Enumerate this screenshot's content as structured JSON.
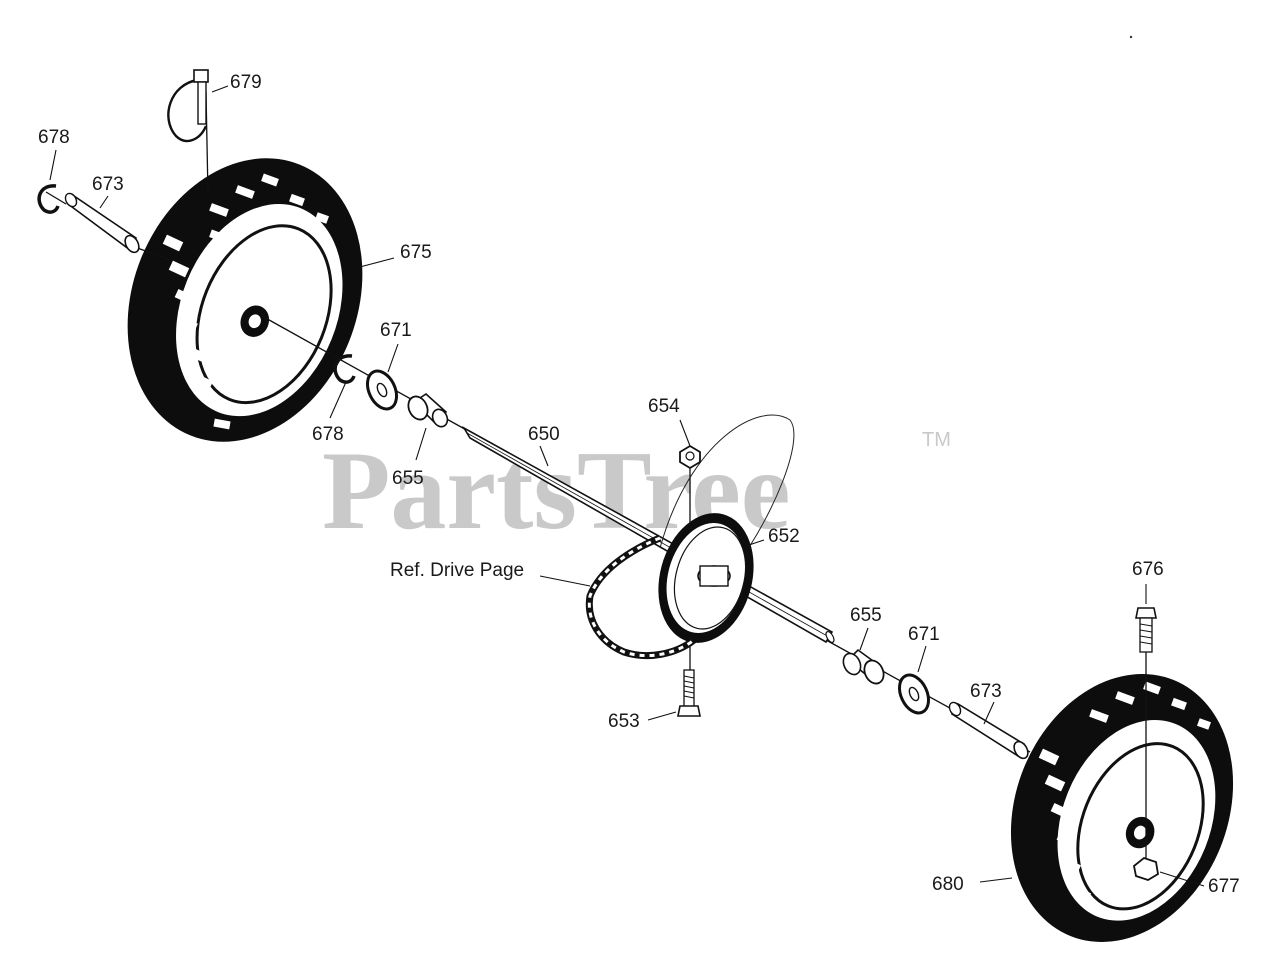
{
  "watermark": {
    "text": "PartsTree",
    "trademark": "TM"
  },
  "labels": {
    "p650": "650",
    "p652": "652",
    "p653": "653",
    "p654": "654",
    "p655_left": "655",
    "p655_right": "655",
    "p671_left": "671",
    "p671_right": "671",
    "p673_left": "673",
    "p673_right": "673",
    "p675": "675",
    "p676": "676",
    "p677": "677",
    "p678_top": "678",
    "p678_bottom": "678",
    "p679": "679",
    "p680": "680",
    "ref_drive": "Ref. Drive Page"
  }
}
